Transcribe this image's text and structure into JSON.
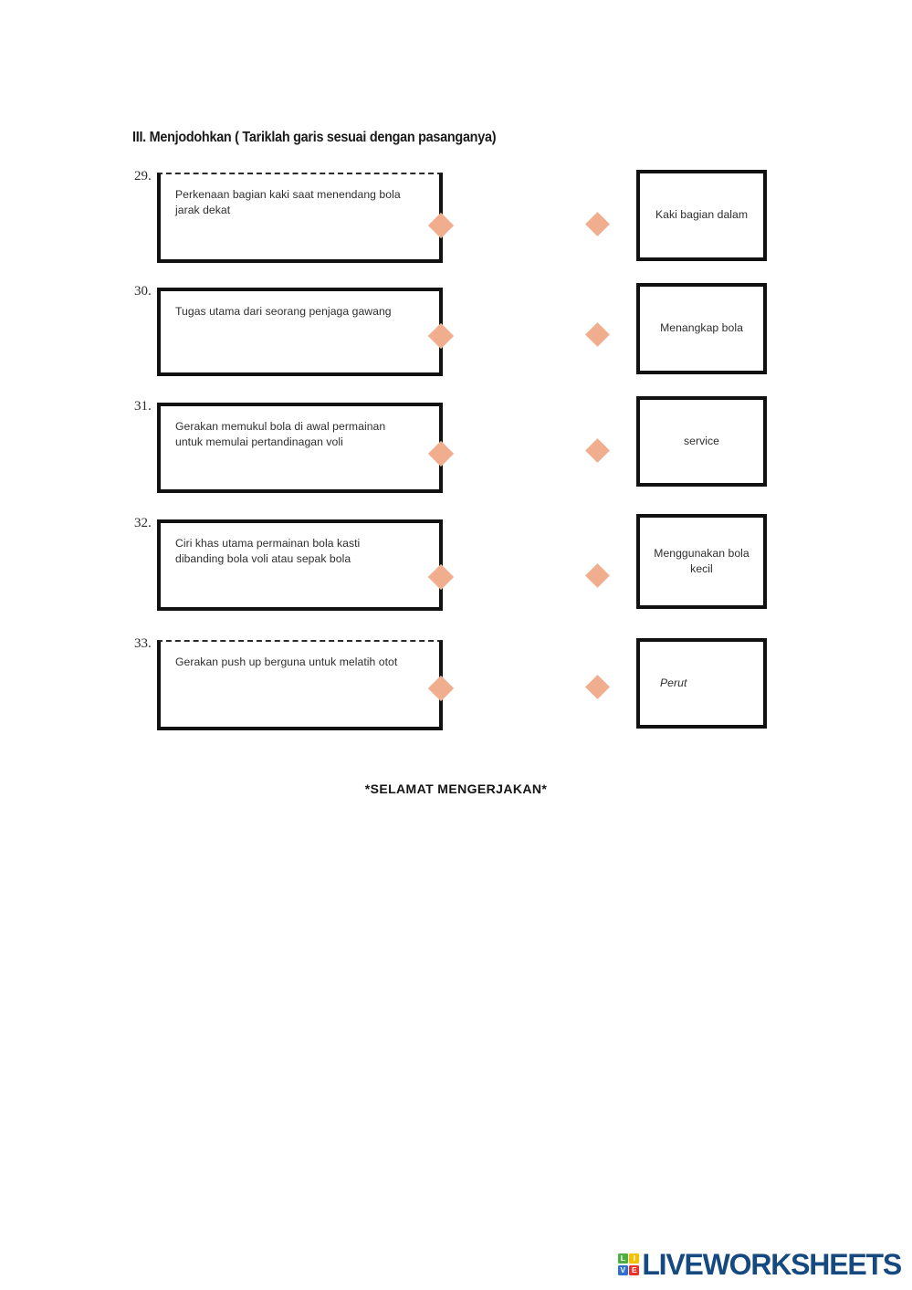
{
  "section": {
    "heading": "III. Menjodohkan ( Tariklah  garis sesuai dengan  pasanganya)"
  },
  "colors": {
    "diamond": "#F0AE8E",
    "box_border": "#111111",
    "text": "#2e2e2e",
    "logo_blue": "#16497F",
    "logo_green": "#4CAF3F",
    "logo_yellow": "#F2C200",
    "logo_blue_cell": "#2F6FD0",
    "logo_red": "#E8332A"
  },
  "matching": {
    "items": [
      {
        "number": "29.",
        "prompt": "Perkenaan bagian kaki saat menendang bola jarak dekat",
        "prompt_dashed_top": true,
        "answer": "Kaki bagian dalam",
        "answer_italic": false
      },
      {
        "number": "30.",
        "prompt": "Tugas utama dari seorang penjaga gawang",
        "prompt_dashed_top": false,
        "answer": "Menangkap bola",
        "answer_italic": false
      },
      {
        "number": "31.",
        "prompt": "Gerakan memukul bola di awal permainan untuk memulai pertandinagan voli",
        "prompt_dashed_top": false,
        "answer": "service",
        "answer_italic": false
      },
      {
        "number": "32.",
        "prompt": "Ciri khas utama permainan bola kasti dibanding bola voli atau sepak bola",
        "prompt_dashed_top": false,
        "answer": "Menggunakan bola kecil",
        "answer_italic": false
      },
      {
        "number": "33.",
        "prompt": "Gerakan push up berguna untuk melatih otot",
        "prompt_dashed_top": true,
        "answer": "Perut",
        "answer_italic": true
      }
    ]
  },
  "closing": {
    "text": "*SELAMAT  MENGERJAKAN*"
  },
  "logo": {
    "cells": [
      "L",
      "I",
      "V",
      "E"
    ],
    "wordmark": "LIVEWORKSHEETS"
  }
}
